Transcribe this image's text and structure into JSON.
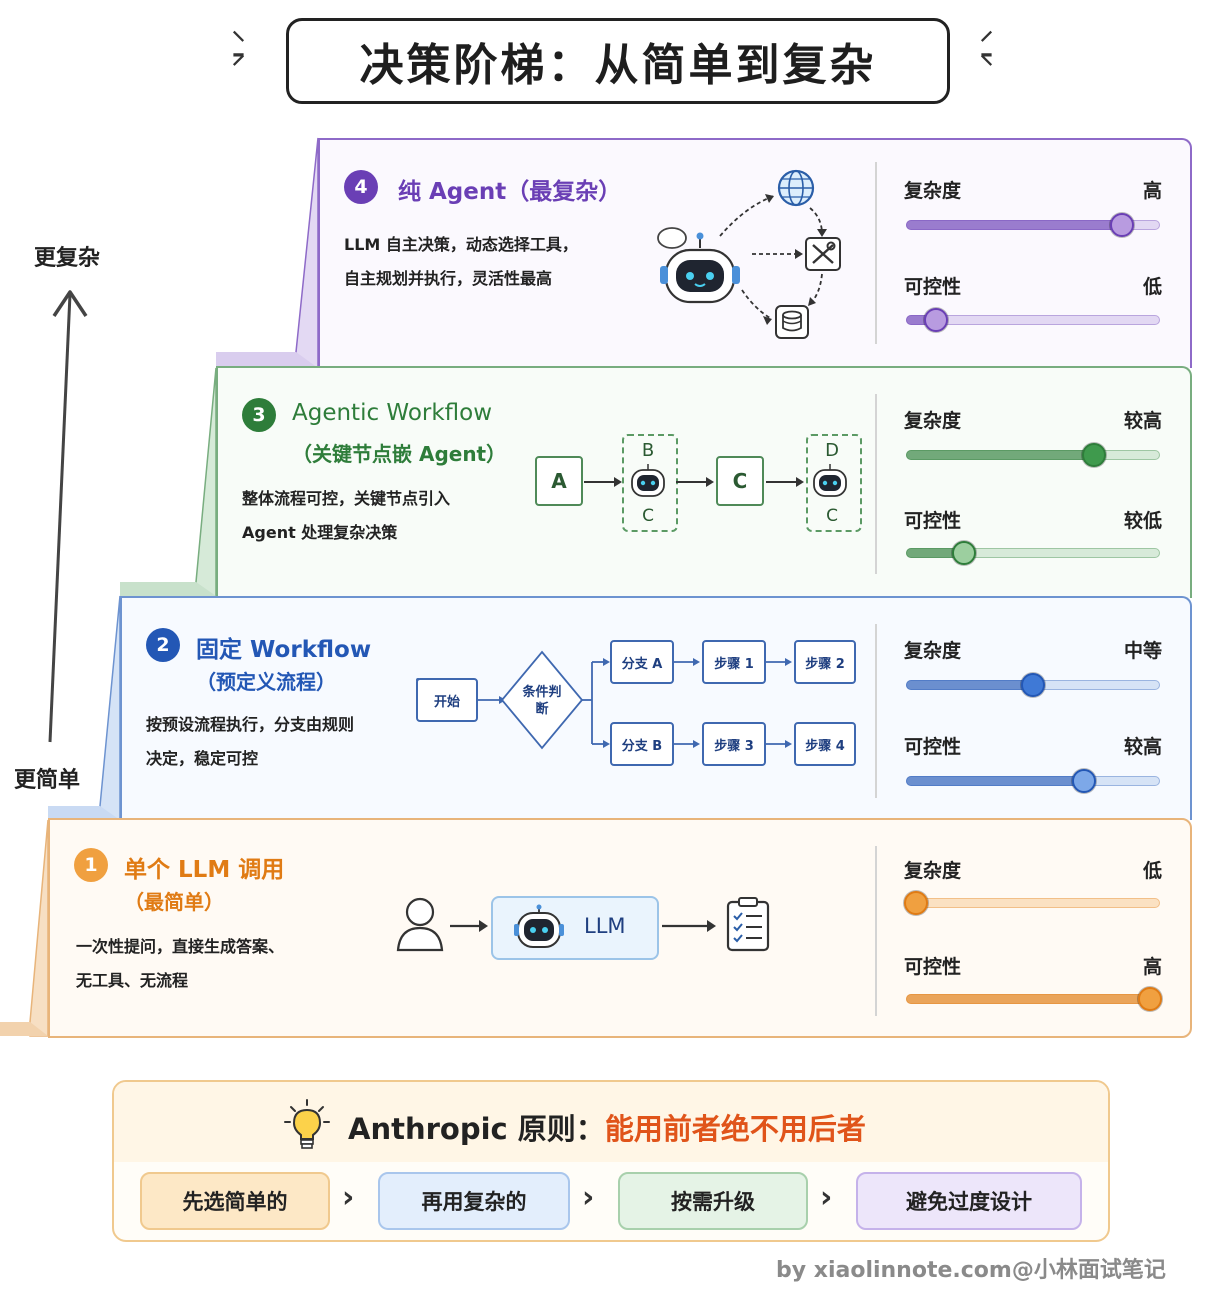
{
  "title": "决策阶梯：从简单到复杂",
  "axis": {
    "top_label": "更复杂",
    "bottom_label": "更简单"
  },
  "tiers": [
    {
      "number": "4",
      "title": "纯 Agent（最复杂）",
      "subtitle": "",
      "desc_lines": [
        "LLM 自主决策，动态选择工具，",
        "自主规划并执行，灵活性最高"
      ],
      "color": "#6a3fb5",
      "complexity": {
        "label": "复杂度",
        "value_text": "高",
        "level": 0.85
      },
      "control": {
        "label": "可控性",
        "value_text": "低",
        "level": 0.12
      }
    },
    {
      "number": "3",
      "title": "Agentic Workflow",
      "subtitle": "（关键节点嵌 Agent）",
      "desc_lines": [
        "整体流程可控，关键节点引入",
        "Agent 处理复杂决策"
      ],
      "color": "#2e7d3a",
      "complexity": {
        "label": "复杂度",
        "value_text": "较高",
        "level": 0.74
      },
      "control": {
        "label": "可控性",
        "value_text": "较低",
        "level": 0.23
      },
      "diagram": {
        "nodes": [
          "A",
          "B",
          "C",
          "C",
          "D",
          "C"
        ]
      }
    },
    {
      "number": "2",
      "title": "固定 Workflow",
      "subtitle": "（预定义流程）",
      "desc_lines": [
        "按预设流程执行，分支由规则",
        "决定，稳定可控"
      ],
      "color": "#2357b5",
      "complexity": {
        "label": "复杂度",
        "value_text": "中等",
        "level": 0.5
      },
      "control": {
        "label": "可控性",
        "value_text": "较高",
        "level": 0.7
      },
      "diagram": {
        "start": "开始",
        "decision": [
          "条件判",
          "断"
        ],
        "branch_a": "分支 A",
        "step1": "步骤 1",
        "step2": "步骤 2",
        "branch_b": "分支 B",
        "step3": "步骤 3",
        "step4": "步骤 4"
      }
    },
    {
      "number": "1",
      "title": "单个 LLM 调用",
      "subtitle": "（最简单）",
      "desc_lines": [
        "一次性提问，直接生成答案、",
        "无工具、无流程"
      ],
      "color": "#e07b14",
      "complexity": {
        "label": "复杂度",
        "value_text": "低",
        "level": 0.04
      },
      "control": {
        "label": "可控性",
        "value_text": "高",
        "level": 0.96
      },
      "diagram": {
        "llm_label": "LLM"
      }
    }
  ],
  "principle": {
    "prefix": "Anthropic 原则：",
    "highlight": "能用前者绝不用后者",
    "steps": [
      "先选简单的",
      "再用复杂的",
      "按需升级",
      "避免过度设计"
    ]
  },
  "watermark": "by xiaolinnote.com@小林面试笔记",
  "colors": {
    "purple": "#6a3fb5",
    "green": "#2e7d3a",
    "blue": "#2357b5",
    "orange": "#e07b14",
    "highlight_red": "#e0541a"
  },
  "icons": [
    "globe-icon",
    "tools-icon",
    "database-icon",
    "robot-icon",
    "user-icon",
    "clipboard-icon",
    "lightbulb-icon",
    "thought-bubble-icon"
  ]
}
